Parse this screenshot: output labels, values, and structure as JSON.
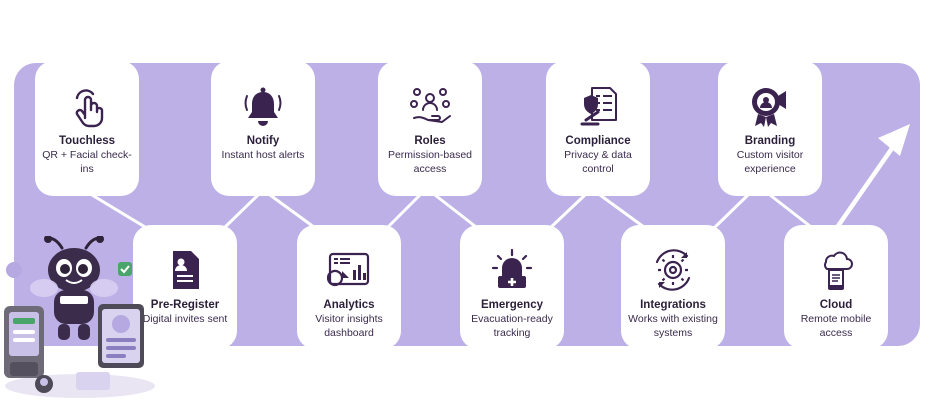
{
  "features": [
    {
      "title": "Touchless",
      "desc": "QR + Facial check-ins",
      "icon": "touch-hand-icon"
    },
    {
      "title": "Pre-Register",
      "desc": "Digital invites sent",
      "icon": "document-icon"
    },
    {
      "title": "Notify",
      "desc": "Instant host alerts",
      "icon": "bell-icon"
    },
    {
      "title": "Analytics",
      "desc": "Visitor insights dashboard",
      "icon": "dashboard-icon"
    },
    {
      "title": "Roles",
      "desc": "Permission-based access",
      "icon": "people-hand-icon"
    },
    {
      "title": "Emergency",
      "desc": "Evacuation-ready tracking",
      "icon": "siren-icon"
    },
    {
      "title": "Compliance",
      "desc": "Privacy & data control",
      "icon": "compliance-checklist-icon"
    },
    {
      "title": "Integrations",
      "desc": "Works with existing systems",
      "icon": "gear-sync-icon"
    },
    {
      "title": "Branding",
      "desc": "Custom visitor experience",
      "icon": "megaphone-badge-icon"
    },
    {
      "title": "Cloud",
      "desc": "Remote mobile access",
      "icon": "cloud-phone-icon"
    }
  ],
  "colors": {
    "band": "#bcb0e6",
    "card": "#ffffff",
    "icon": "#3b2350",
    "text": "#2b1f3a"
  }
}
